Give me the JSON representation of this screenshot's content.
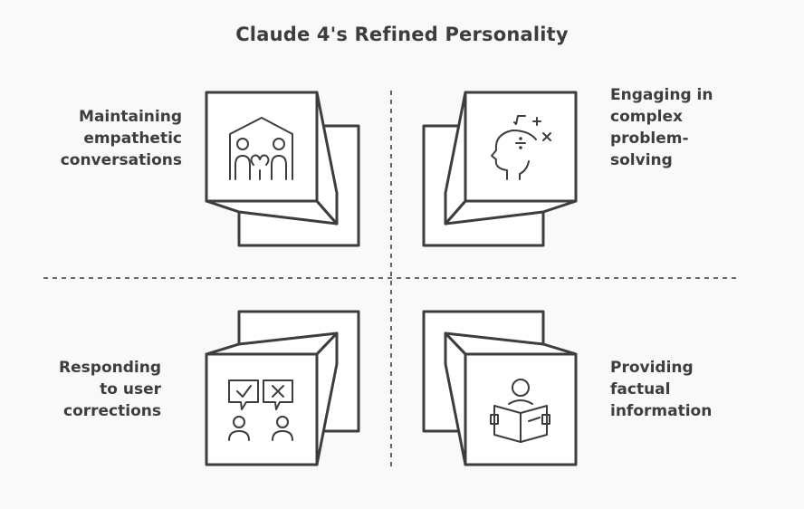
{
  "title": "Claude 4's Refined Personality",
  "quadrants": [
    {
      "id": "top-left",
      "lines": [
        "Maintaining",
        "empathetic",
        "conversations"
      ],
      "icon": "people-home-icon"
    },
    {
      "id": "top-right",
      "lines": [
        "Engaging in",
        "complex",
        "problem-",
        "solving"
      ],
      "icon": "head-math-icon"
    },
    {
      "id": "bottom-left",
      "lines": [
        "Responding",
        "to user",
        "corrections"
      ],
      "icon": "chat-feedback-icon"
    },
    {
      "id": "bottom-right",
      "lines": [
        "Providing",
        "factual",
        "information"
      ],
      "icon": "reader-book-icon"
    }
  ],
  "colors": {
    "stroke": "#3d3d3d",
    "face": "#ffffff",
    "background": "#f9f9f9"
  }
}
